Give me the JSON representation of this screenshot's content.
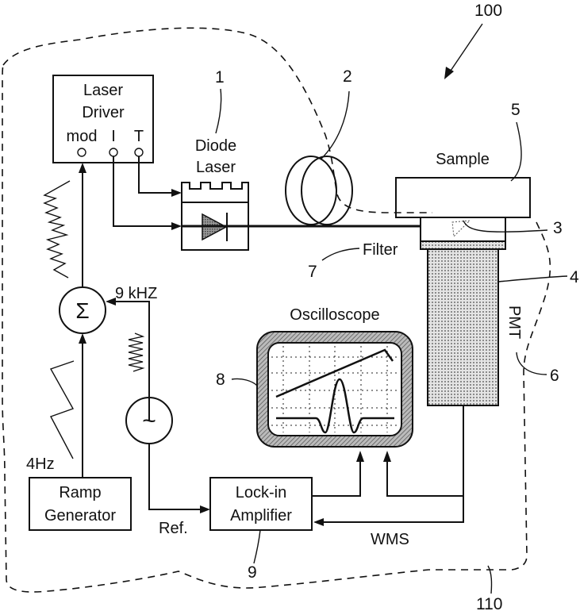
{
  "figure": {
    "reference_numerals": {
      "system": "100",
      "boundary": "110",
      "diode_laser": "1",
      "fiber_coil": "2",
      "filter_element": "3",
      "pmt_housing": "4",
      "sample": "5",
      "pmt": "6",
      "filter": "7",
      "oscilloscope": "8",
      "lock_in": "9"
    },
    "blocks": {
      "laser_driver": {
        "line1": "Laser",
        "line2": "Driver",
        "port_mod": "mod",
        "port_i": "I",
        "port_t": "T"
      },
      "diode_laser": {
        "line1": "Diode",
        "line2": "Laser"
      },
      "sample": "Sample",
      "filter": "Filter",
      "pmt": "PMT",
      "oscilloscope": "Oscilloscope",
      "lock_in": {
        "line1": "Lock-in",
        "line2": "Amplifier"
      },
      "ramp_generator": {
        "line1": "Ramp",
        "line2": "Generator"
      },
      "summer_symbol": "Σ",
      "oscillator_symbol": "~"
    },
    "signal_labels": {
      "modulation_freq": "9 kHZ",
      "ramp_freq": "4Hz",
      "reference": "Ref.",
      "wms": "WMS"
    }
  }
}
